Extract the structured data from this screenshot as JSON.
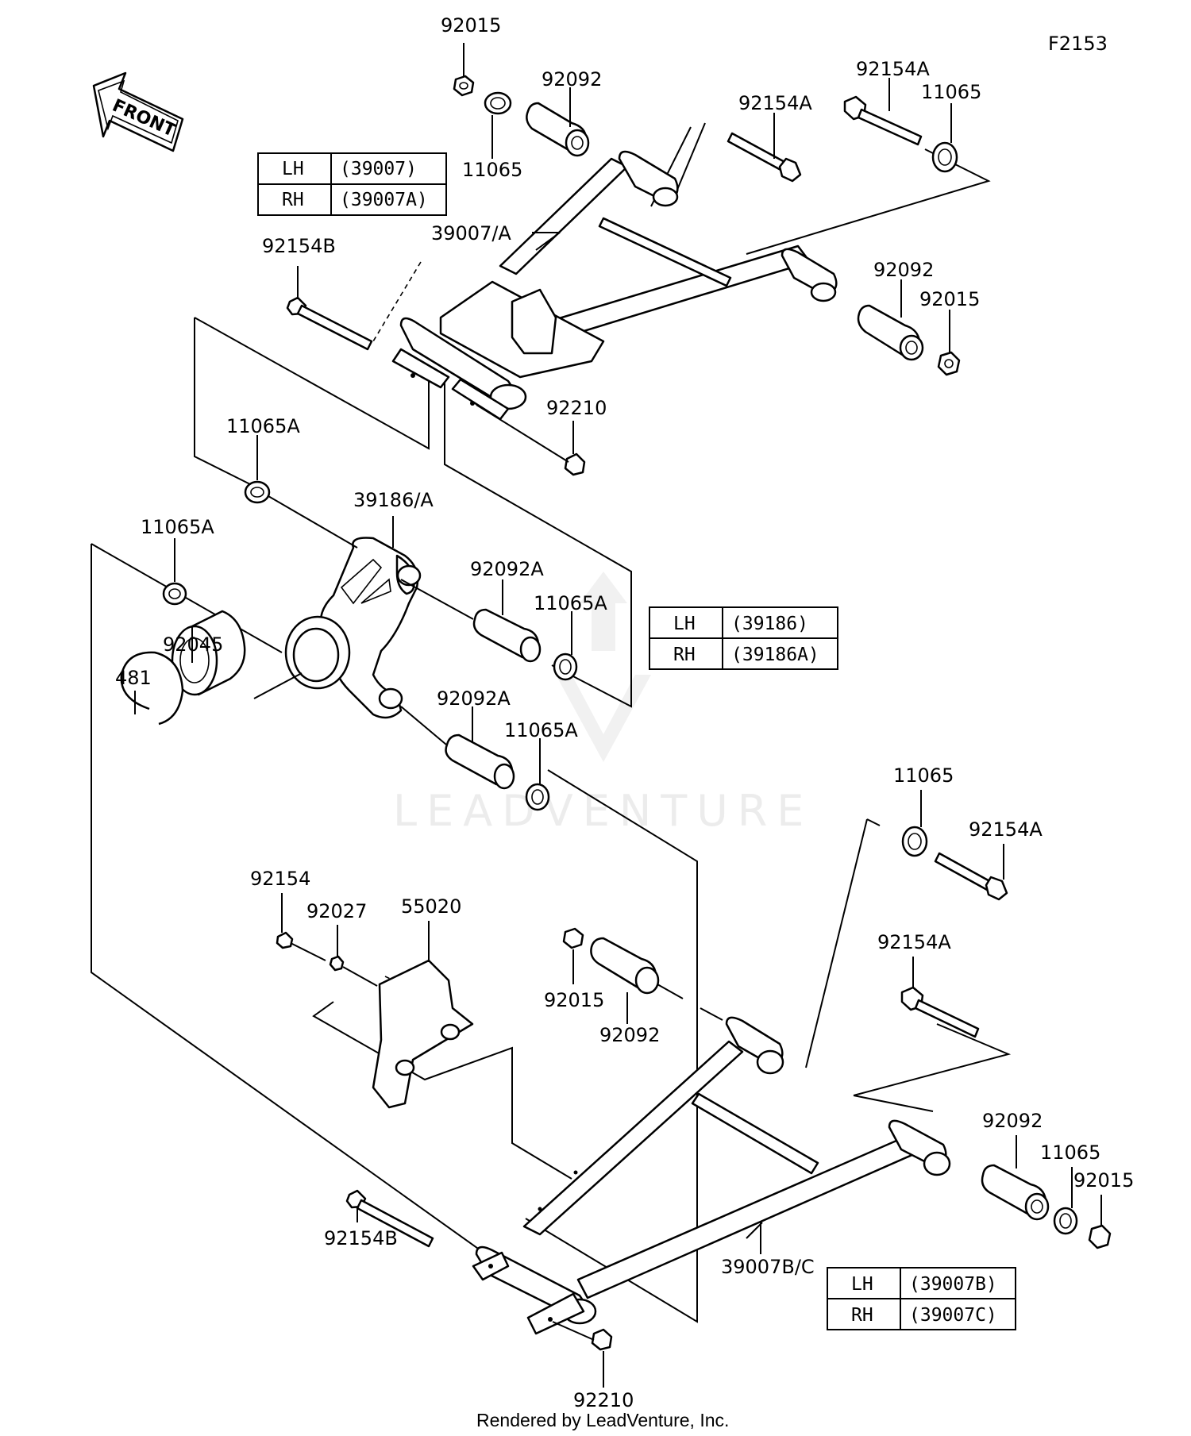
{
  "figure_code": "F2153",
  "front_label": "FRONT",
  "watermark": "LEADVENTURE",
  "credit": "Rendered by LeadVenture, Inc.",
  "tables": {
    "upper_arm": {
      "rows": [
        {
          "side": "LH",
          "part": "(39007)"
        },
        {
          "side": "RH",
          "part": "(39007A)"
        }
      ]
    },
    "knuckle": {
      "rows": [
        {
          "side": "LH",
          "part": "(39186)"
        },
        {
          "side": "RH",
          "part": "(39186A)"
        }
      ]
    },
    "lower_arm": {
      "rows": [
        {
          "side": "LH",
          "part": "(39007B)"
        },
        {
          "side": "RH",
          "part": "(39007C)"
        }
      ]
    }
  },
  "labels": {
    "l92015_top": "92015",
    "l11065_top": "11065",
    "l92092_top": "92092",
    "l92154A_top_mid": "92154A",
    "l92154A_top_right": "92154A",
    "l11065_top_right": "11065",
    "l39007A": "39007/A",
    "l92154B_top": "92154B",
    "l92092_right": "92092",
    "l92015_right": "92015",
    "l92210_top": "92210",
    "l11065A_1": "11065A",
    "l39186A": "39186/A",
    "l11065A_2": "11065A",
    "l92092A_1": "92092A",
    "l11065A_3": "11065A",
    "l92045": "92045",
    "l481": "481",
    "l92092A_2": "92092A",
    "l11065A_4": "11065A",
    "l11065_lower": "11065",
    "l92154A_lower_1": "92154A",
    "l92154": "92154",
    "l92027": "92027",
    "l55020": "55020",
    "l92015_lower": "92015",
    "l92092_lower": "92092",
    "l92154A_lower_2": "92154A",
    "l92092_lower_right": "92092",
    "l11065_lower_right": "11065",
    "l92015_lower_right": "92015",
    "l92154B_lower": "92154B",
    "l39007BC": "39007B/C",
    "l92210_bottom": "92210"
  }
}
